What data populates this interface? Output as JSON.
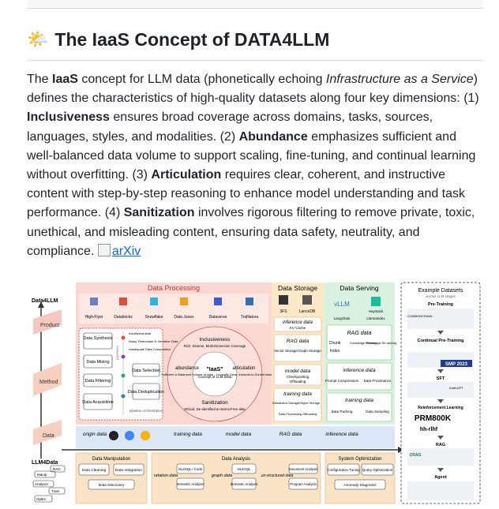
{
  "heading": {
    "icon": "sun-behind-cloud-icon",
    "title": "The IaaS Concept of DATA4LLM"
  },
  "paragraph": {
    "s1": "The ",
    "iaas": "IaaS",
    "s2": " concept for LLM data (phonetically echoing ",
    "infra": "Infrastructure as a Service",
    "s3": ") defines the characteristics of high-quality datasets along four key dimensions: (1) ",
    "k1": "Inclusiveness",
    "s4": " ensures broad coverage across domains, tasks, sources, languages, styles, and modalities. (2) ",
    "k2": "Abundance",
    "s5": " emphasizes sufficient and well-balanced data volume to support scaling, fine-tuning, and continual learning without overfitting. (3) ",
    "k3": "Articulation",
    "s6": " requires clear, coherent, and instructive content with step-by-step reasoning to enhance model understanding and task performance. (4) ",
    "k4": "Sanitization",
    "s7": " involves rigorous filtering to remove private, toxic, unethical, and misleading content, ensuring data safety, neutrality, and compliance. ",
    "badge": "arXiv"
  },
  "figure": {
    "left_axis": {
      "top": "Data4LLM",
      "bottom": "LLM4Data",
      "levels": [
        "Product",
        "Method",
        "Data"
      ],
      "ops": [
        "Manip.",
        "RAG",
        "Analysis",
        "Train",
        "Optim."
      ]
    },
    "processing": {
      "title": "Data Processing",
      "products": [
        "High-Flyer",
        "Databricks",
        "Snowflake",
        "Data Juicer",
        "Dataverse",
        "Trafilatura"
      ],
      "steps": [
        "Data Synthesis",
        "Data Mixing",
        "Data Filtering",
        "Data Acquisition"
      ],
      "notes": [
        "Insufficient data",
        "Noisy, Redundant & Sensitive Data",
        "Inadequate Data Composition"
      ],
      "pipelines": "pipelines",
      "right_steps": [
        "Data Selection",
        "Data Deduplication"
      ],
      "orchestration": "pipeline orchestration"
    },
    "iaas": {
      "center": "\"IaaS\"",
      "center_sub": "Concept of LLM Data",
      "inclusiveness": "Inclusiveness",
      "inclusiveness_sub": "Rich, Diverse, Multi-Dimension Coverage",
      "abundance": "abundance",
      "abundance_sub": "Sufficient & Balanced Volume of data",
      "articulation": "articulation",
      "articulation_sub": "Logically Clear, Instruction-Guided data",
      "sanitization": "Sanitization",
      "sanitization_sub": "Ethical, De-identified & Harms-Free data"
    },
    "storage": {
      "title": "Data Storage",
      "products": [
        "3FS",
        "LanceDB"
      ],
      "inference": "inference data",
      "kv": "KV Cache",
      "rag": "RAG data",
      "rag_items": [
        "Vector Storage",
        "Graph Storage"
      ],
      "model": "model data",
      "model_items": [
        "Checkpointing",
        "Offloading"
      ],
      "training": "training data",
      "training_items": [
        "Distributed Storage",
        "Object Storage",
        "Data Processing Offloading"
      ]
    },
    "serving": {
      "title": "Data Serving",
      "products": [
        "vLLM",
        "Haystack",
        "Langchain",
        "LlamaIndex"
      ],
      "rag": "RAG data",
      "rag_items": [
        "Chunk",
        "Index",
        "Knowledge Filtering",
        "Knowledge Re-ranking"
      ],
      "inference": "inference data",
      "inference_items": [
        "Prompt Compression",
        "Data Provenance"
      ],
      "training": "training data",
      "training_items": [
        "Data Packing",
        "Data Sampling"
      ]
    },
    "data_row": [
      "origin data",
      "training data",
      "model data",
      "RAG data",
      "inference data"
    ],
    "manipulation": {
      "title": "Data Manipulation",
      "items": [
        "Data Cleaning",
        "Data Integration",
        "Data Discovery"
      ]
    },
    "analysis": {
      "title": "Data Analysis",
      "groups": [
        "relation data",
        "graph data",
        "un-structured data"
      ],
      "items": [
        "NL2SQL / Code",
        "Semantic Analysis",
        "NL2GQL",
        "Semantic Analysis",
        "Document Analysis",
        "Program Analysis"
      ]
    },
    "optimization": {
      "title": "System Optimization",
      "items": [
        "Configuration Tuning",
        "Query Optimization",
        "Anomaly Diagnosis"
      ]
    },
    "datasets": {
      "title": "Example Datasets",
      "sub": "across LLM stages",
      "stages": [
        "Pre-Training",
        "Continual Pre-Training",
        "SFT",
        "Reinforcement Learning",
        "RAG",
        "Agent"
      ],
      "names": [
        "COMMONCRAWL",
        "SMP 2023",
        "EarthGPT",
        "PRM800K",
        "hh-rlhf",
        "CRAG"
      ]
    }
  },
  "colors": {
    "link": "#0969da",
    "processing": "#fbd7d2",
    "storage": "#fde9c8",
    "serving": "#d9f1df",
    "data_row": "#dbe7f6",
    "llm4data": "#fbe3c6"
  }
}
